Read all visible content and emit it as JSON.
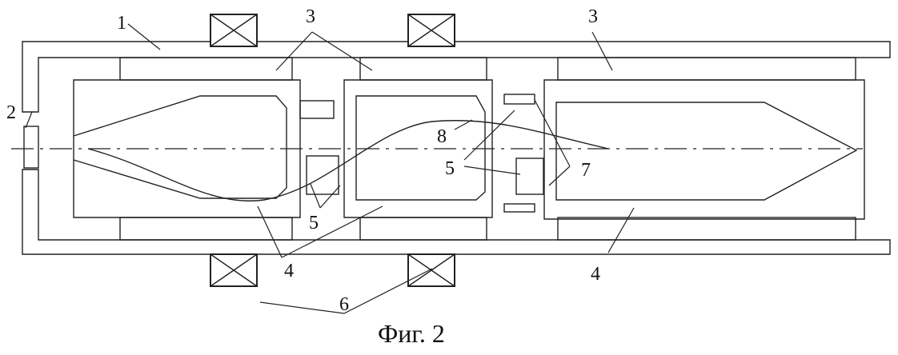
{
  "labels": {
    "housing": "1",
    "inlet": "2",
    "magnets": "3",
    "chambers_left": "4",
    "chamber_right": "4",
    "seal_mid": "5",
    "seal_right": "5",
    "coils": "6",
    "ring": "7",
    "trajectory": "8"
  },
  "caption": "Фиг. 2",
  "colors": {
    "line": "#222222",
    "fill": "#b4b4b4",
    "bg": "#ffffff"
  }
}
